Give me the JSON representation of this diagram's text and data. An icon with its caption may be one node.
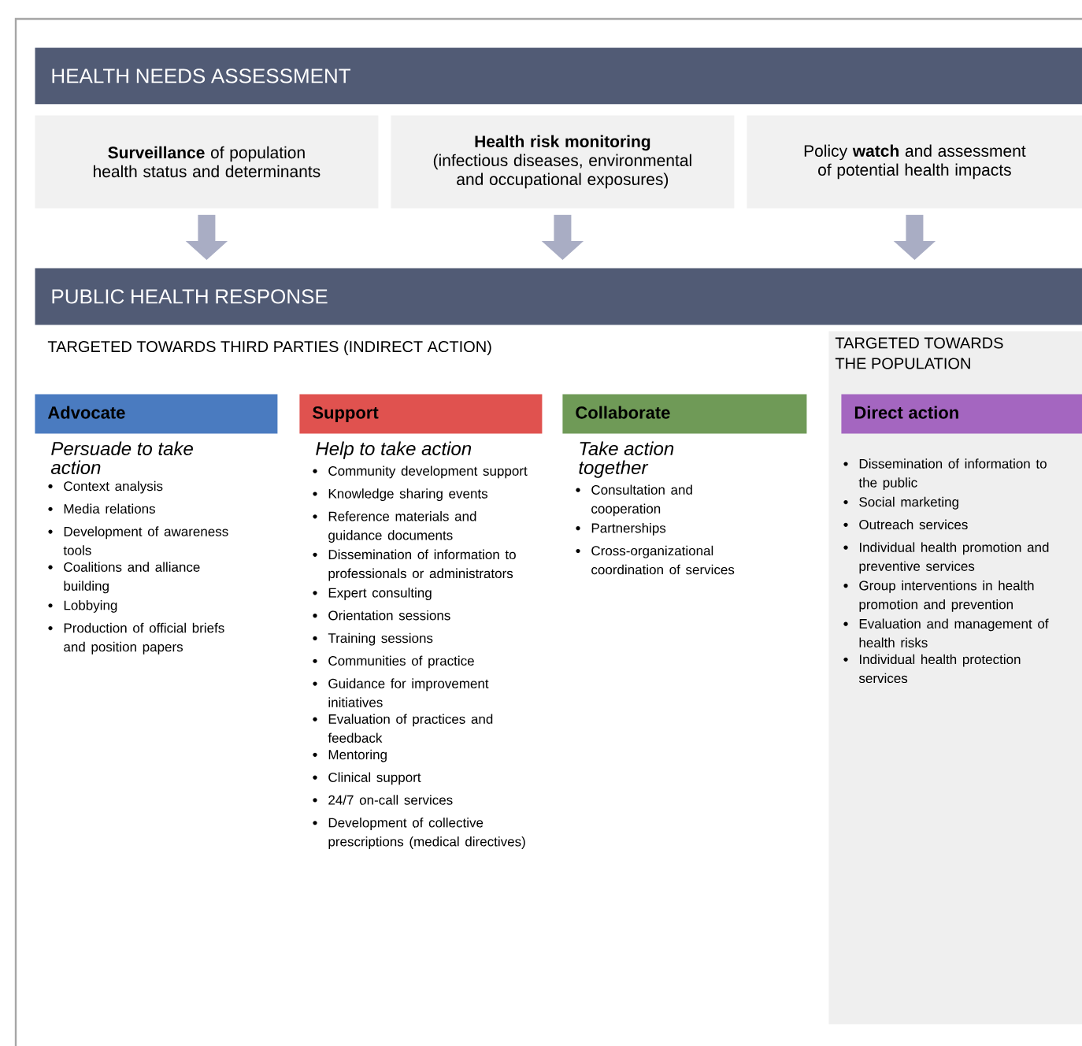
{
  "diagram": {
    "nodes": [
      {
        "text": [
          "HEALTH NEEDS ASSESSMENT"
        ]
      },
      {
        "text": [
          "**Surveillance** of population health status and determinants"
        ]
      },
      {
        "text": [
          "Health risk monitoring",
          "(infectious diseases, environmental and occupational exposures)"
        ]
      },
      {
        "text": [
          "Policy **watch** and assessment of potential health impacts"
        ]
      },
      {
        "text": [
          "PUBLIC HEALTH RESPONSE"
        ]
      },
      {
        "text": [
          "Advocate"
        ],
        "beside": [
          "Persuade to take action",
          "Context analysis",
          "Media relations",
          "Development of awareness tools",
          "Coalitions and alliance building",
          "Lobbying",
          "Production of official briefs and position papers"
        ]
      },
      {
        "text": [
          "Support"
        ],
        "beside": [
          "Help to take action",
          "Community development support",
          "Knowledge sharing events",
          "Reference materials and guidance documents",
          "Dissemination of information to professionals or administrators",
          "Expert consulting",
          "Orientation sessions",
          "Training sessions",
          "Communities of practice",
          "Guidance for improvement initiatives",
          "Evaluation of practices and feedback",
          "Mentoring",
          "Clinical support",
          "24/7 on-call services",
          "Development of collective prescriptions (medical directives)"
        ]
      },
      {
        "text": [
          "Collaborate"
        ],
        "beside": [
          "Take action together",
          "Consultation and cooperation",
          "Partnerships",
          "Cross-organizational coordination of services"
        ]
      },
      {
        "text": [
          "TARGETED TOWARDS THE POPULATION"
        ]
      },
      {
        "text": [
          "Direct action"
        ],
        "in": 8,
        "beside": [
          "Dissemination of information to the public",
          "Social marketing",
          "Outreach services",
          "Individual health promotion and preventive services",
          "Group interventions in health promotion and prevention",
          "Evaluation and management of health risks",
          "Individual health protection services"
        ]
      }
    ],
    "edges": [
      {
        "from": 1,
        "to": 4,
        "arrow": "to"
      },
      {
        "from": 2,
        "to": 4,
        "arrow": "to"
      },
      {
        "from": 3,
        "to": 4,
        "arrow": "to"
      }
    ],
    "labels": [
      "TARGETED TOWARDS THIRD PARTIES (INDIRECT ACTION)"
    ]
  }
}
